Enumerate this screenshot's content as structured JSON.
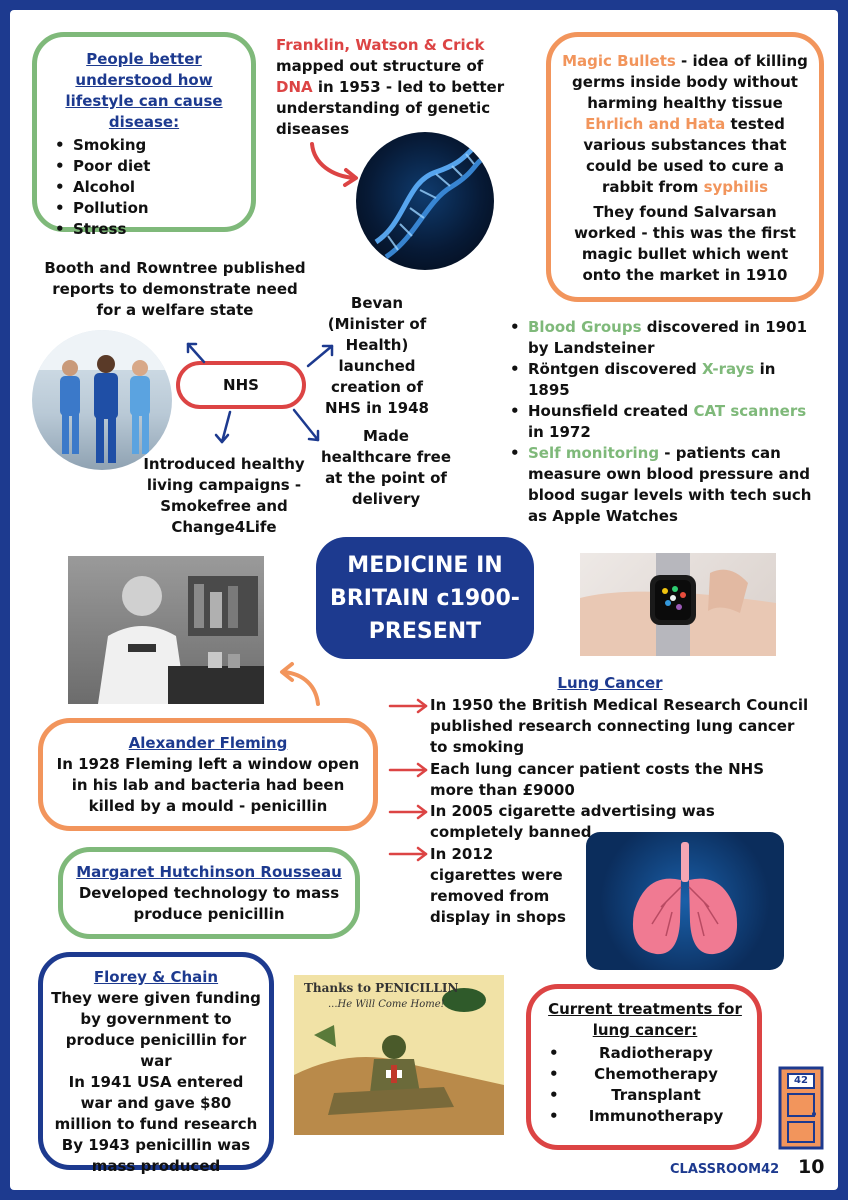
{
  "lifestyle": {
    "heading": "People better understood how lifestyle can cause disease:",
    "items": [
      "Smoking",
      "Poor diet",
      "Alcohol",
      "Pollution",
      "Stress"
    ]
  },
  "dna": {
    "names": "Franklin, Watson & Crick",
    "text_a": " mapped out structure of ",
    "dna": "DNA",
    "text_b": " in 1953 - led to better understanding of genetic diseases"
  },
  "magic": {
    "term": "Magic Bullets",
    "text_a": " - idea of killing germs inside body without harming healthy tissue",
    "names": "Ehrlich and Hata",
    "text_b": " tested various substances that could be used to cure a rabbit from ",
    "disease": "syphilis",
    "text_c": "They found Salvarsan worked - this was the first magic bullet which went onto the market in 1910"
  },
  "nhs": {
    "center": "NHS",
    "booth": "Booth and Rowntree published reports to demonstrate need for a welfare state",
    "bevan": "Bevan (Minister of Health) launched creation of NHS in 1948",
    "free": "Made healthcare free at the point of delivery",
    "campaigns": "Introduced healthy living campaigns - Smokefree and Change4Life"
  },
  "tech": [
    {
      "term": "Blood Groups",
      "pre": "",
      "post": " discovered in 1901 by Landsteiner"
    },
    {
      "term": "X-rays",
      "pre": "Röntgen discovered ",
      "post": " in 1895"
    },
    {
      "term": "CAT scanners",
      "pre": "Hounsfield created ",
      "post": " in 1972"
    },
    {
      "term": "Self monitoring",
      "pre": "",
      "post": " - patients can measure own blood pressure and blood sugar levels with tech such as Apple Watches"
    }
  ],
  "title": "MEDICINE IN BRITAIN c1900-PRESENT",
  "fleming": {
    "heading": "Alexander Fleming",
    "text": "In 1928 Fleming left a window open in his lab and bacteria had been killed by a mould - penicillin"
  },
  "rousseau": {
    "heading": "Margaret Hutchinson Rousseau",
    "text": "Developed technology to mass produce penicillin"
  },
  "florey": {
    "heading": "Florey & Chain",
    "lines": [
      "They were given funding by government to produce penicillin for war",
      "In 1941 USA entered war and gave $80 million to fund research",
      "By 1943 penicillin was mass produced"
    ]
  },
  "lung": {
    "heading": "Lung Cancer",
    "items": [
      "In 1950 the British Medical Research Council published research connecting lung cancer to smoking",
      "Each lung cancer patient costs the NHS more than £9000",
      "In 2005 cigarette advertising was completely banned",
      "In 2012 cigarettes were removed from display in shops"
    ]
  },
  "treatments": {
    "heading": "Current treatments for lung cancer:",
    "items": [
      "Radiotherapy",
      "Chemotherapy",
      "Transplant",
      "Immunotherapy"
    ]
  },
  "poster": {
    "line1": "Thanks to PENICILLIN",
    "line2": "...He Will Come Home!"
  },
  "footer": {
    "brand": "CLASSROOM42",
    "page": "10",
    "door_number": "42"
  },
  "colors": {
    "navy": "#1d3a8f",
    "red": "#dc4444",
    "orange": "#f2955c",
    "green": "#7fb97a"
  }
}
